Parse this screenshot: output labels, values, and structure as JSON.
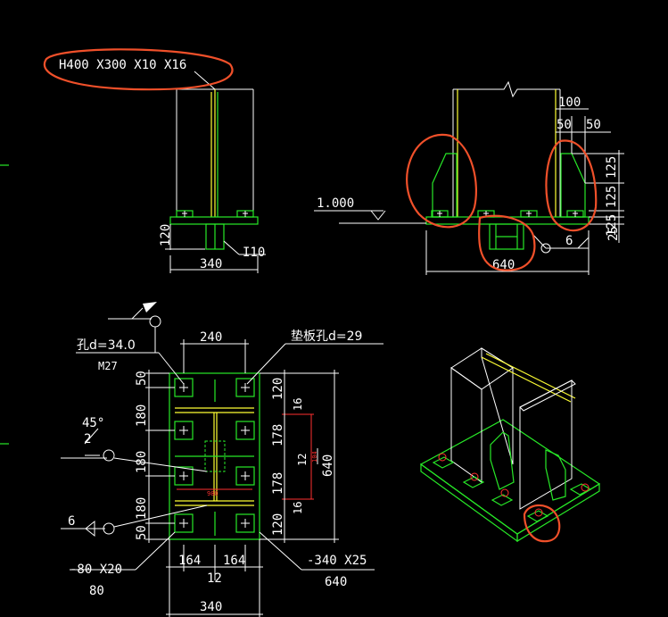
{
  "drawing": {
    "elevation_front": {
      "section_label": "H400 X300 X10 X16",
      "dim_height": "120",
      "dim_width": "340",
      "shear_key_label": "I10"
    },
    "elevation_side": {
      "level_mark": "1.000",
      "dim_100": "100",
      "dim_50a": "50",
      "dim_50b": "50",
      "dim_125a": "125",
      "dim_125b": "125",
      "dim_125c": "125",
      "dim_25": "25",
      "weld_size": "6",
      "dim_width": "640"
    },
    "plan": {
      "hole_label": "孔d=34.0",
      "bolt_label": "M27",
      "washer_label": "垫板孔d=29",
      "dim_240": "240",
      "left_dims": [
        "50",
        "180",
        "180",
        "180",
        "50"
      ],
      "right_dims_a": [
        "120",
        "178",
        "178",
        "120"
      ],
      "right_dims_b": [
        "16",
        "16"
      ],
      "right_total": "640",
      "right_small": "12",
      "right_tiny": "104",
      "center_small": "980",
      "weld_angle": "45°",
      "weld_2": "2",
      "weld_6": "6",
      "bottom_dims": [
        "164",
        "164"
      ],
      "bottom_12": "12",
      "bottom_total": "340",
      "washer_plate": "-80 X20",
      "washer_plate_w": "80",
      "base_plate": "-340 X25",
      "base_plate_w": "640"
    }
  }
}
